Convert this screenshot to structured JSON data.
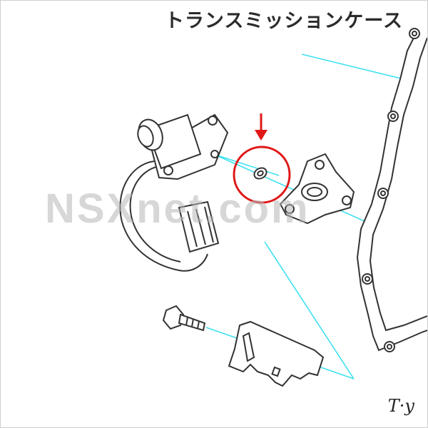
{
  "title": "トランスミッションケース",
  "watermark": "NSXnet.com",
  "signature": "T·y",
  "colors": {
    "leader_lines": "#40e0f0",
    "highlight": "#e01818",
    "line_art": "#333333"
  },
  "parts": [
    {
      "name": "solenoid-valve-assembly",
      "icon": "solenoid-valve-icon"
    },
    {
      "name": "o-ring",
      "icon": "o-ring-icon",
      "highlighted": true
    },
    {
      "name": "triangular-flange-cover",
      "icon": "flange-icon"
    },
    {
      "name": "case-gasket",
      "icon": "gasket-icon"
    },
    {
      "name": "flange-bolt",
      "icon": "bolt-icon"
    },
    {
      "name": "mounting-bracket",
      "icon": "bracket-icon"
    }
  ]
}
